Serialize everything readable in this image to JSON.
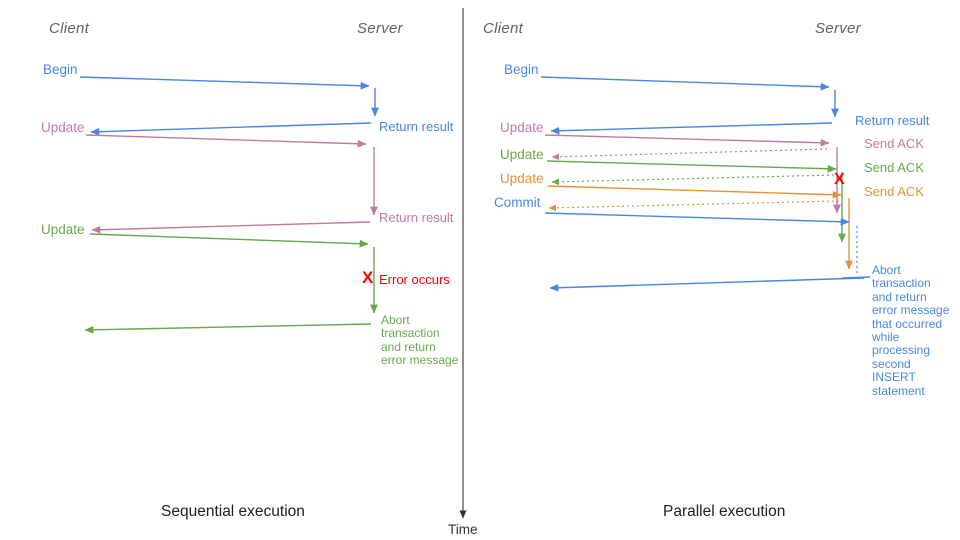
{
  "colors": {
    "blue": "#4a86e8",
    "pink": "#c27ba0",
    "green": "#6aa84f",
    "orange": "#e69138",
    "red": "#fe0000",
    "axis": "#333333",
    "heading": "#5f6368",
    "caption": "#202124"
  },
  "left": {
    "caption": "Sequential execution",
    "client": "Client",
    "server": "Server",
    "begin": "Begin",
    "return_result_1": "Return result",
    "update_1": "Update",
    "return_result_2": "Return result",
    "update_2": "Update",
    "error_x": "X",
    "error": "Error occurs",
    "abort": "Abort\ntransaction\nand return\nerror message"
  },
  "right": {
    "caption": "Parallel execution",
    "client": "Client",
    "server": "Server",
    "begin": "Begin",
    "return_result": "Return result",
    "update_1": "Update",
    "ack_1": "Send ACK",
    "update_2": "Update",
    "ack_2": "Send ACK",
    "update_3": "Update",
    "ack_3": "Send ACK",
    "commit": "Commit",
    "error_x": "X",
    "abort": "Abort\ntransaction\nand return\nerror message\nthat occurred\nwhile\nprocessing\nsecond\nINSERT\nstatement"
  },
  "axis": {
    "time": "Time"
  }
}
